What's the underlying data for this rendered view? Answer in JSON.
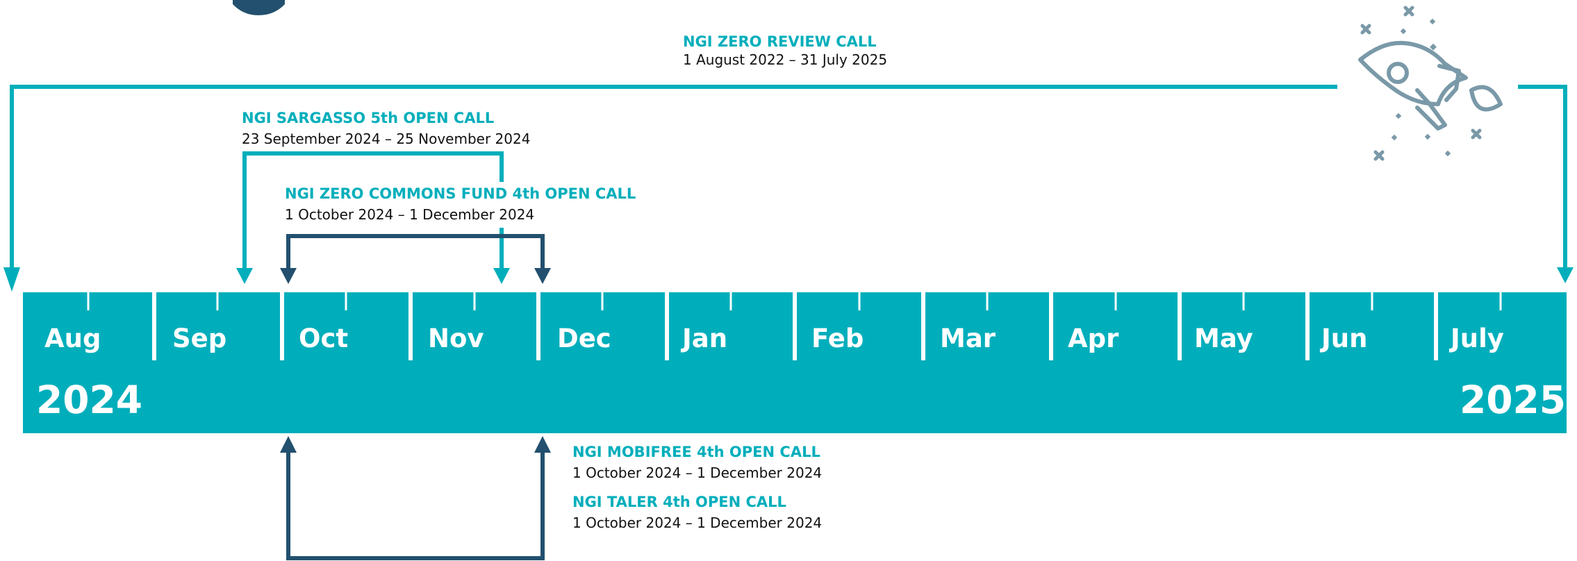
{
  "timeline": {
    "months": [
      "Aug",
      "Sep",
      "Oct",
      "Nov",
      "Dec",
      "Jan",
      "Feb",
      "Mar",
      "Apr",
      "May",
      "Jun",
      "July"
    ],
    "start_year": "2024",
    "end_year": "2025"
  },
  "calls": {
    "review": {
      "title": "NGI ZERO REVIEW CALL",
      "dates": "1 August 2022 – 31 July 2025"
    },
    "sargasso": {
      "title": "NGI SARGASSO 5th OPEN CALL",
      "dates": "23 September 2024 – 25 November 2024"
    },
    "commons": {
      "title": "NGI ZERO COMMONS FUND 4th OPEN CALL",
      "dates": "1 October 2024 – 1 December 2024"
    },
    "mobifree": {
      "title": "NGI MOBIFREE 4th OPEN CALL",
      "dates": "1 October 2024 – 1 December 2024"
    },
    "taler": {
      "title": "NGI TALER 4th OPEN CALL",
      "dates": "1 October 2024 – 1 December 2024"
    }
  },
  "colors": {
    "teal": "#00aebb",
    "navy": "#22506e",
    "icon": "#7a99a8"
  },
  "icons": [
    "rocket-icon"
  ]
}
